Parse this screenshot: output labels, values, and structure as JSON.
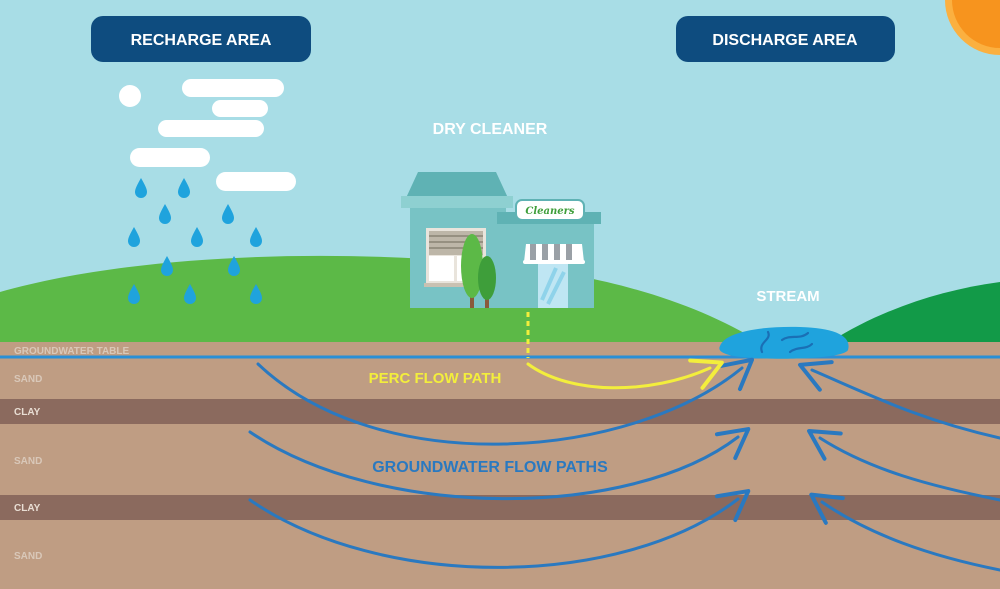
{
  "badges": {
    "recharge": "RECHARGE AREA",
    "discharge": "DISCHARGE AREA"
  },
  "labels": {
    "dry_cleaner": "DRY CLEANER",
    "stream": "STREAM",
    "sign": "Cleaners",
    "perc_flow": "PERC FLOW PATH",
    "groundwater_flow": "GROUNDWATER FLOW PATHS"
  },
  "layers": {
    "groundwater_table": "GROUNDWATER TABLE",
    "sand_1": "SAND",
    "clay_1": "CLAY",
    "sand_2": "SAND",
    "clay_2": "CLAY",
    "sand_3": "SAND"
  },
  "colors": {
    "sky": "#a8dde6",
    "grass": "#5cb947",
    "grass_dark": "#129a48",
    "sand": "#bf9d83",
    "clay": "#8b6a5e",
    "badge": "#0e4c7f",
    "flow_blue": "#2a79c0",
    "perc_yellow": "#f3ee3c",
    "sun": "#f7941e"
  }
}
